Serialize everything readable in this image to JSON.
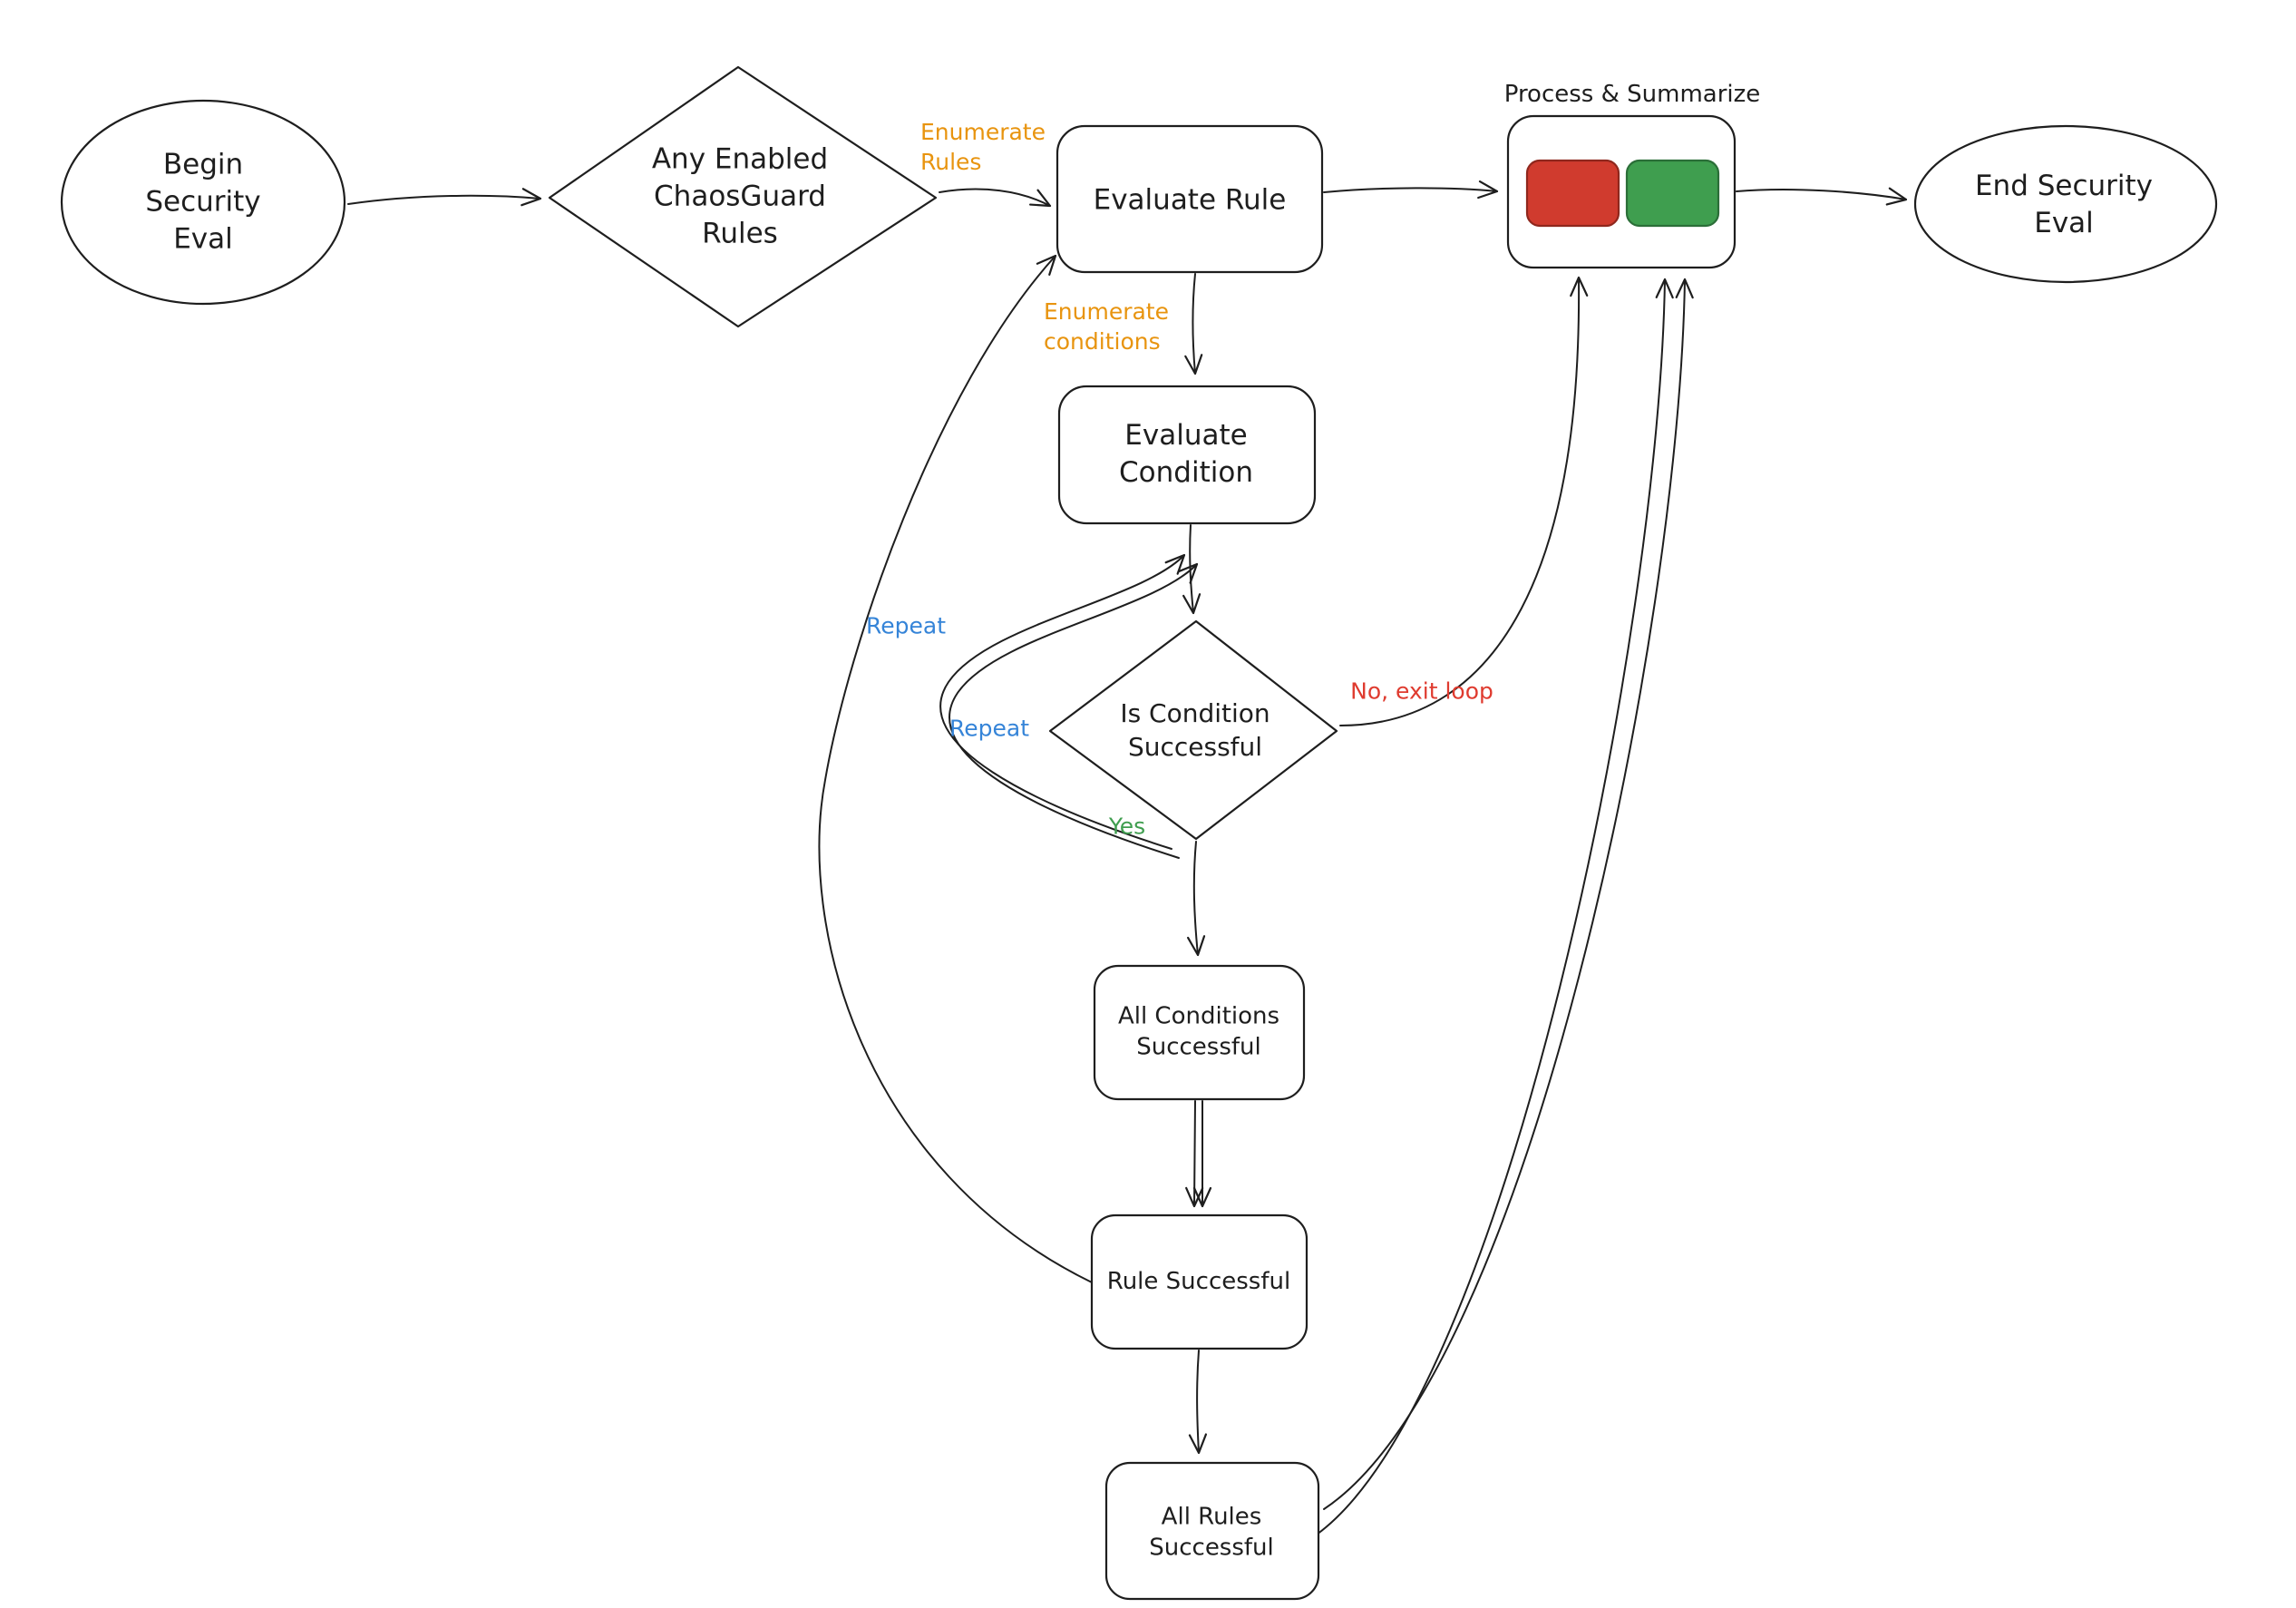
{
  "nodes": {
    "begin": {
      "label": "Begin\nSecurity\nEval"
    },
    "any_enabled_rules": {
      "label": "Any Enabled\nChaosGuard\nRules"
    },
    "evaluate_rule": {
      "label": "Evaluate Rule"
    },
    "process_summarize": {
      "label": "Process & Summarize"
    },
    "end": {
      "label": "End Security\nEval"
    },
    "evaluate_condition": {
      "label": "Evaluate\nCondition"
    },
    "is_condition_successful": {
      "label": "Is Condition\nSuccessful"
    },
    "all_conditions_successful": {
      "label": "All Conditions\nSuccessful"
    },
    "rule_successful": {
      "label": "Rule Successful"
    },
    "all_rules_successful": {
      "label": "All Rules\nSuccessful"
    }
  },
  "edge_labels": {
    "enumerate_rules": {
      "text": "Enumerate\nRules",
      "color": "#e8940f"
    },
    "enumerate_conditions": {
      "text": "Enumerate\nconditions",
      "color": "#e8940f"
    },
    "repeat_outer": {
      "text": "Repeat",
      "color": "#3584d8"
    },
    "repeat_inner": {
      "text": "Repeat",
      "color": "#3584d8"
    },
    "no_exit_loop": {
      "text": "No, exit loop",
      "color": "#df3b2f"
    },
    "yes": {
      "text": "Yes",
      "color": "#3f9e4f"
    }
  },
  "colors": {
    "line": "#1e1e1e",
    "fail_box_fill": "#d03b2e",
    "pass_box_fill": "#3f9e4f"
  }
}
